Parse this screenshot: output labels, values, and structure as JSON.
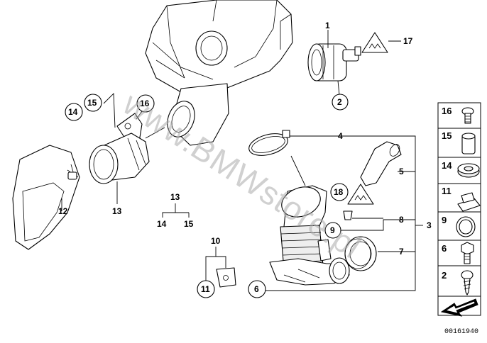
{
  "watermark": "www.BMWstore.pl",
  "diagram_code": "00161940",
  "callouts": {
    "c1": "1",
    "c2": "2",
    "c17": "17",
    "c14a": "14",
    "c15a": "15",
    "c16": "16",
    "c4": "4",
    "c5": "5",
    "c3": "3",
    "c18": "18",
    "c8": "8",
    "c9": "9",
    "c7": "7",
    "c6": "6",
    "c12": "12",
    "c13": "13",
    "c13b": "13",
    "c14b": "14",
    "c15b": "15",
    "c10": "10",
    "c11": "11"
  },
  "sidebar": {
    "items": [
      {
        "num": "16",
        "icon": "screw-icon"
      },
      {
        "num": "15",
        "icon": "sleeve-icon"
      },
      {
        "num": "14",
        "icon": "grommet-icon"
      },
      {
        "num": "11",
        "icon": "clip-nut-icon"
      },
      {
        "num": "9",
        "icon": "o-ring-icon"
      },
      {
        "num": "6",
        "icon": "hex-bolt-icon"
      },
      {
        "num": "2",
        "icon": "self-tapping-screw-icon"
      }
    ]
  }
}
